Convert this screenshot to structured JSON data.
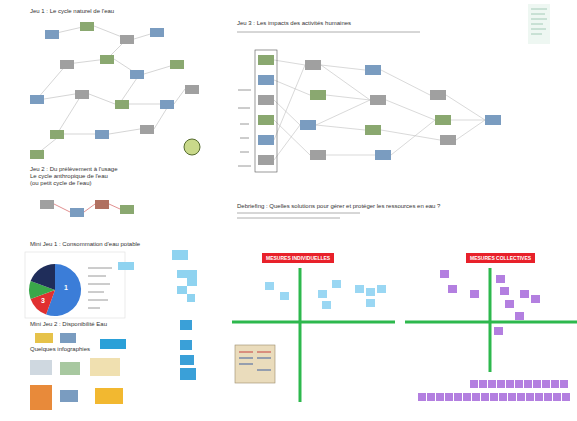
{
  "diagram": {
    "nodes": [
      {
        "text": [
          "MESURES INDIVIDUELLES"
        ]
      },
      {
        "text": [
          "MESURES COLLECTIVES"
        ]
      }
    ],
    "labels": [
      "Jeu 1 : Le cycle naturel de l'eau",
      "Jeu 2 : Du prélèvement à l'usage",
      "Le cycle anthropique de l'eau",
      "(ou petit cycle de l'eau)",
      "Jeu 3 : Les impacts des activités humaines",
      "Mini Jeu 1 : Consommation d'eau potable",
      "Mini Jeu 2 : Disponibilité Eau",
      "Quelques infographies",
      "Debriefing : Quelles solutions pour gérer et protéger les ressources en eau ?",
      "1",
      "3"
    ]
  }
}
